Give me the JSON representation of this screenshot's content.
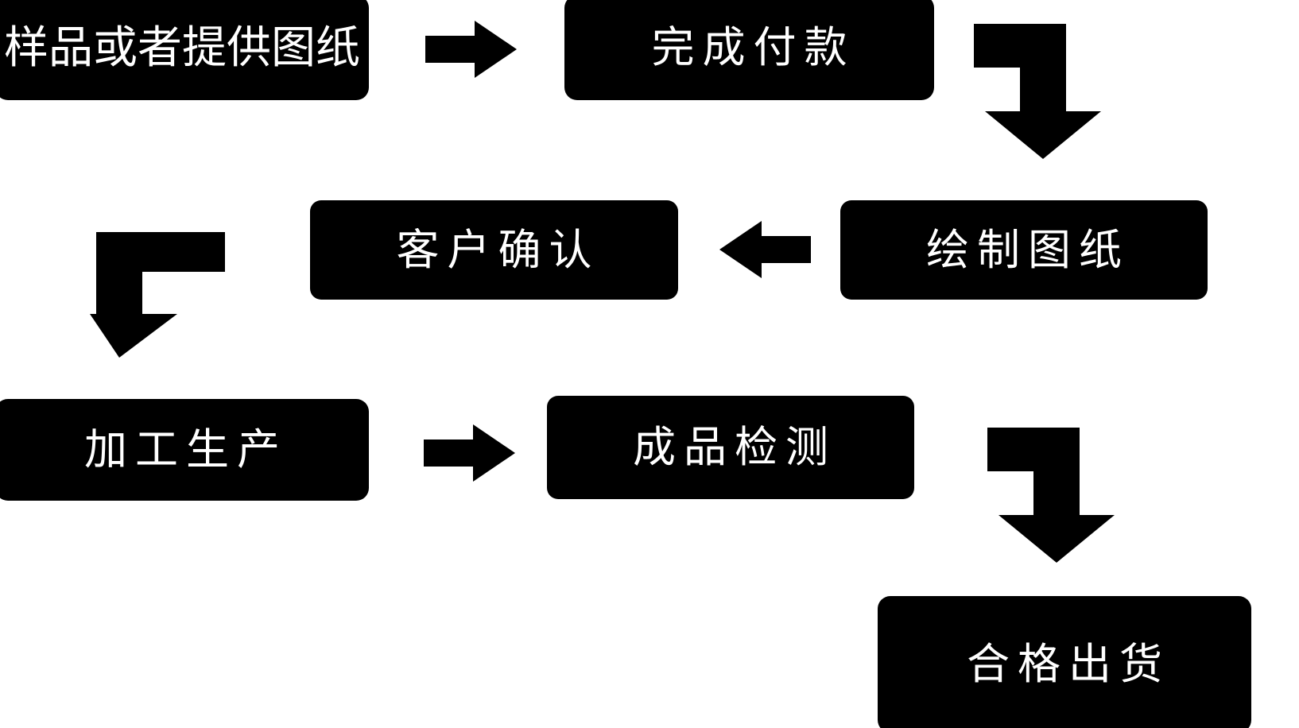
{
  "diagram": {
    "title": "",
    "background_color": "#ffffff",
    "node_fill_color": "#000000",
    "node_text_color": "#ffffff",
    "arrow_color": "#000000",
    "nodes": [
      {
        "id": "sample",
        "label": "样品或者提供图纸",
        "order": 1
      },
      {
        "id": "payment",
        "label": "完成付款",
        "order": 2
      },
      {
        "id": "drawing",
        "label": "绘制图纸",
        "order": 3
      },
      {
        "id": "confirm",
        "label": "客户确认",
        "order": 4
      },
      {
        "id": "produce",
        "label": "加工生产",
        "order": 5
      },
      {
        "id": "inspect",
        "label": "成品检测",
        "order": 6
      },
      {
        "id": "ship",
        "label": "合格出货",
        "order": 7
      }
    ],
    "connectors": [
      {
        "id": "sample-payment",
        "from": "sample",
        "to": "payment",
        "icon": "arrow-right-icon",
        "shape": "straight-right"
      },
      {
        "id": "payment-drawing",
        "from": "payment",
        "to": "drawing",
        "icon": "arrow-elbow-down-icon",
        "shape": "elbow-right-down"
      },
      {
        "id": "drawing-confirm",
        "from": "drawing",
        "to": "confirm",
        "icon": "arrow-left-icon",
        "shape": "straight-left"
      },
      {
        "id": "confirm-produce",
        "from": "confirm",
        "to": "produce",
        "icon": "arrow-elbow-down-icon",
        "shape": "elbow-left-down"
      },
      {
        "id": "produce-inspect",
        "from": "produce",
        "to": "inspect",
        "icon": "arrow-right-icon",
        "shape": "straight-right"
      },
      {
        "id": "inspect-ship",
        "from": "inspect",
        "to": "ship",
        "icon": "arrow-elbow-down-icon",
        "shape": "elbow-right-down"
      }
    ]
  }
}
